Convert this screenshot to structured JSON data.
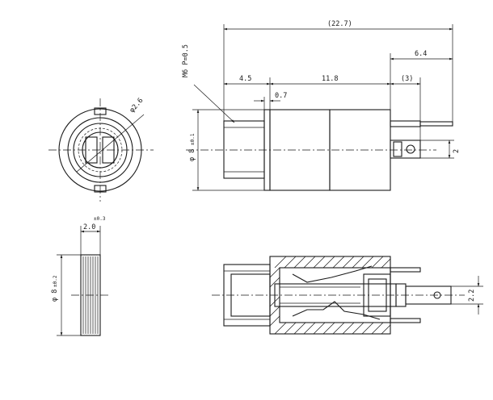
{
  "dimensions": {
    "overall_length": "(22.7)",
    "terminal_length": "6.4",
    "thread_spec": "M6 P=0.5",
    "nut_length": "4.5",
    "body_length": "11.8",
    "flange_gap": "0.7",
    "tab_length": "(3)",
    "body_dia_main": "φ 8",
    "body_dia_main_tol": "±0.1",
    "tab_width": "2",
    "end_view_slot_dia": "φ2.6",
    "nut_thickness": "2.0",
    "nut_thickness_tol": "±0.3",
    "nut_dia": "φ 8",
    "nut_dia_tol": "±0.2",
    "section_tab_width": "2.2"
  },
  "colors": {
    "line": "#1a1a1a",
    "background": "#ffffff"
  }
}
